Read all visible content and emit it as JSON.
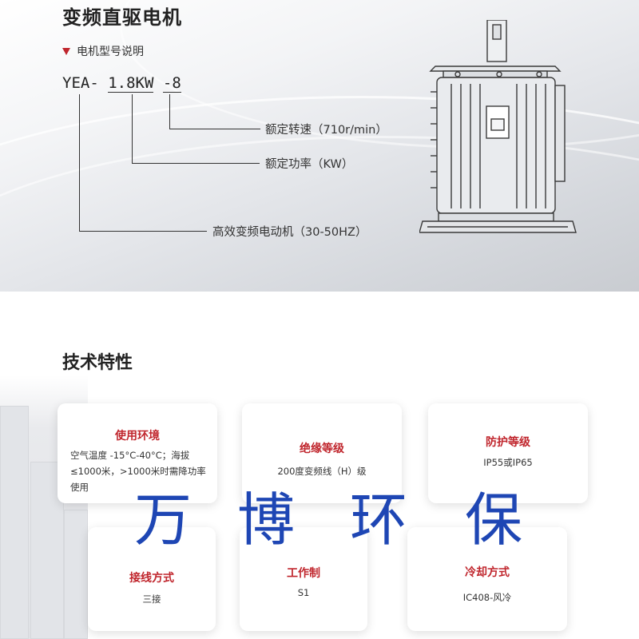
{
  "header": {
    "title": "变频直驱电机",
    "subhead": "电机型号说明"
  },
  "model": {
    "prefix": "YEA-",
    "power": "1.8KW",
    "speed": "-8"
  },
  "legend": {
    "speed_label": "额定转速（710r/min）",
    "power_label": "额定功率（KW）",
    "type_label": "高效变频电动机（30-50HZ）"
  },
  "tech": {
    "title": "技术特性",
    "cards": [
      {
        "title": "使用环境",
        "text": "空气温度 -15°C-40°C；海拔≤1000米，>1000米时需降功率使用"
      },
      {
        "title": "绝缘等级",
        "text": "200度变频线（H）级"
      },
      {
        "title": "防护等级",
        "text": "IP55或IP65"
      },
      {
        "title": "接线方式",
        "text": "三接"
      },
      {
        "title": "工作制",
        "text": "S1"
      },
      {
        "title": "冷却方式",
        "text": "IC408-风冷"
      }
    ]
  },
  "watermark": [
    "万",
    "博",
    "环",
    "保"
  ],
  "colors": {
    "accent": "#c0262d",
    "watermark": "#1e46b4"
  }
}
